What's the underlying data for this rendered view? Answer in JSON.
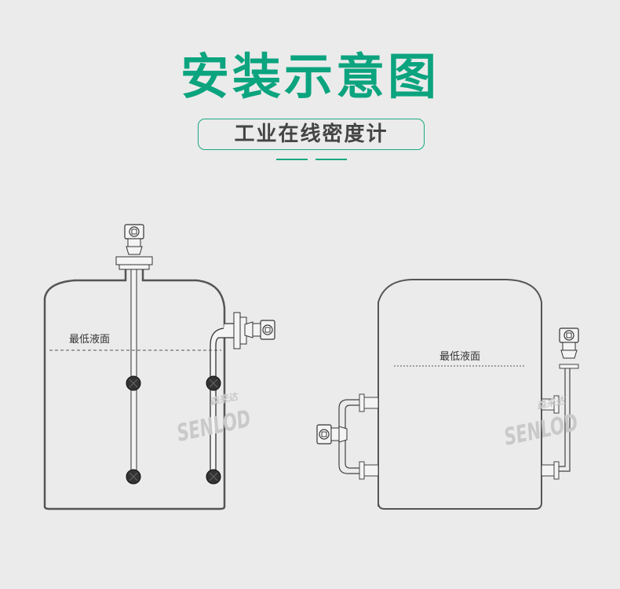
{
  "header": {
    "title": "安装示意图",
    "subtitle": "工业在线密度计"
  },
  "diagrams": [
    {
      "label": "最低液面"
    },
    {
      "label": "最低液面"
    }
  ],
  "watermark": {
    "brand_cn": "森来达",
    "brand_en": "SENLOD"
  },
  "colors": {
    "accent": "#0ba47f",
    "background": "#ebebeb",
    "line": "#555555"
  }
}
